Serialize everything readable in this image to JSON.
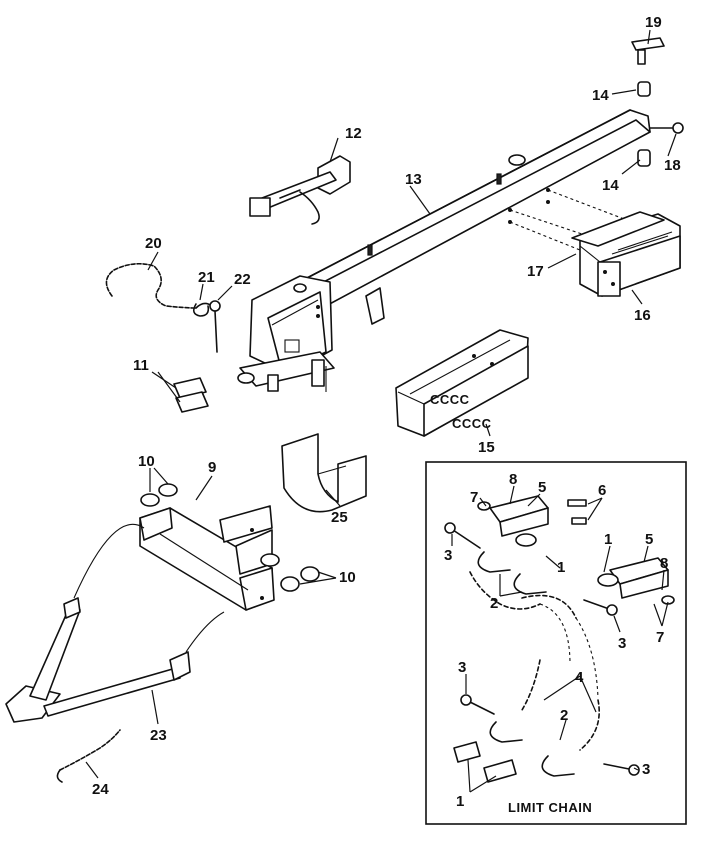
{
  "figure": {
    "inset_caption": "LIMIT CHAIN",
    "callouts": {
      "c1a": "1",
      "c1b": "1",
      "c2a": "2",
      "c2b": "2",
      "c3a": "3",
      "c3b": "3",
      "c3c": "3",
      "c3d": "3",
      "c4": "4",
      "c5a": "5",
      "c5b": "5",
      "c6": "6",
      "c7a": "7",
      "c7b": "7",
      "c8a": "8",
      "c8b": "8",
      "c9": "9",
      "c10a": "10",
      "c10b": "10",
      "c11": "11",
      "c12": "12",
      "c13": "13",
      "c14a": "14",
      "c14b": "14",
      "c15": "15",
      "c16": "16",
      "c17": "17",
      "c18": "18",
      "c19": "19",
      "c20": "20",
      "c21": "21",
      "c22": "22",
      "c23": "23",
      "c24": "24",
      "c25": "25"
    }
  }
}
